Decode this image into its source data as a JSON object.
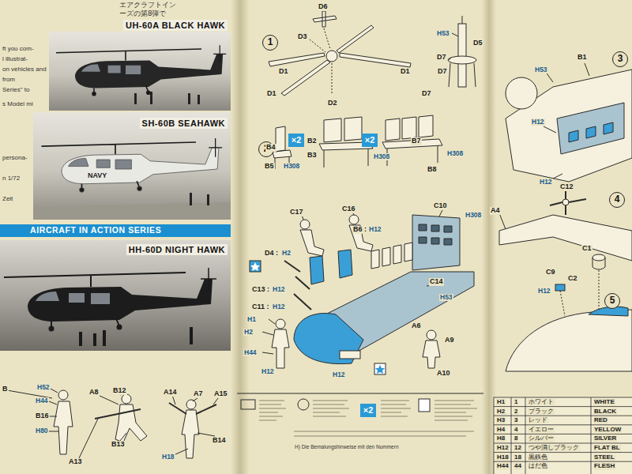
{
  "diagram": {
    "nodes": [
      {
        "text": [
          "UH-60A BLACK HAWK"
        ]
      },
      {
        "text": [
          "SH-60B SEAHAWK"
        ]
      },
      {
        "text": [
          "AIRCRAFT IN ACTION SERIES"
        ]
      },
      {
        "text": [
          "HH-60D NIGHT HAWK"
        ]
      },
      {
        "text": [
          "1"
        ]
      },
      {
        "text": [
          "2"
        ]
      },
      {
        "text": [
          "×2"
        ]
      },
      {
        "text": [
          "×2"
        ]
      },
      {
        "text": [
          "3"
        ]
      },
      {
        "text": [
          "4"
        ]
      },
      {
        "text": [
          "5"
        ]
      },
      {
        "text": [
          "×2"
        ]
      }
    ],
    "labels": [
      "エアクラフトイン",
      "ーズの第8弾で",
      "ft you com-",
      "l illustrat-",
      "on vehicles and",
      "from",
      "Series\" to",
      "s Model mi",
      "persona-",
      "n 1/72",
      "Zeit",
      "NAVY",
      "B",
      "H52",
      "H44",
      "B16",
      "H80",
      "A8",
      "B12",
      "A13",
      "B13",
      "A14",
      "A7",
      "A15",
      "B14",
      "H18",
      "D6",
      "D3",
      "D1",
      "D1",
      "D1",
      "D2",
      "H53",
      "D5",
      "D7",
      "D7",
      "D7",
      "B4",
      "B5",
      "H308",
      "B2",
      "B3",
      "H308",
      "B7",
      "H308",
      "B8",
      "C17",
      "C16",
      "C10",
      "H308",
      "B6 :",
      "H12",
      "D4 :",
      "H2",
      "C13 :",
      "H12",
      "C11 :",
      "H12",
      "H1",
      "H2",
      "H44",
      "H12",
      "H12",
      "C14",
      "H53",
      "A6",
      "A9",
      "A10",
      "H53",
      "B1",
      "H12",
      "H12",
      "C12",
      "A4",
      "C1",
      "C9",
      "C2",
      "H12",
      "H) Die Bemalungshinweise mit den Nummern",
      "H1",
      "1",
      "ホワイト",
      "WHITE",
      "H2",
      "2",
      "ブラック",
      "BLACK",
      "H3",
      "3",
      "レッド",
      "RED",
      "H4",
      "4",
      "イエロー",
      "YELLOW",
      "H8",
      "8",
      "シルバー",
      "SILVER",
      "H12",
      "12",
      "つや消しブラック",
      "FLAT BL",
      "H18",
      "18",
      "黒鉄色",
      "STEEL",
      "H44",
      "44",
      "はだ色",
      "FLESH"
    ]
  }
}
